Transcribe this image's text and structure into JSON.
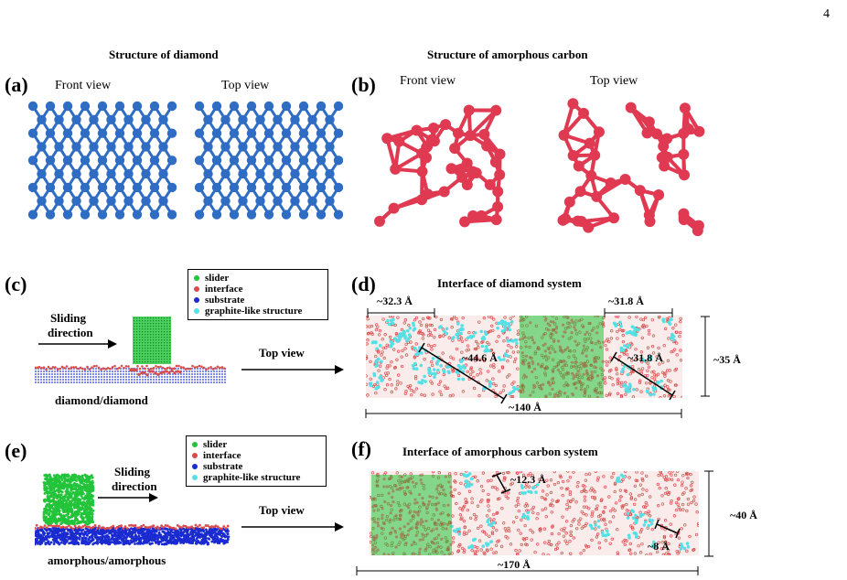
{
  "page_number": "4",
  "panels": {
    "a": {
      "letter": "(a)",
      "title": "Structure of diamond",
      "front": "Front view",
      "top": "Top view"
    },
    "b": {
      "letter": "(b)",
      "title": "Structure of amorphous  carbon",
      "front": "Front view",
      "top": "Top view"
    },
    "c": {
      "letter": "(c)",
      "sliding": "Sliding",
      "direction": "direction",
      "caption": "diamond/diamond",
      "top_view": "Top view"
    },
    "d": {
      "letter": "(d)",
      "title": "Interface of  diamond system",
      "dims": [
        "~32.3 Å",
        "~31.8 Å",
        "~44.6 Å",
        "~31.8 Å",
        "~140 Å",
        "~35 Å"
      ]
    },
    "e": {
      "letter": "(e)",
      "sliding": "Sliding",
      "direction": "direction",
      "caption": "amorphous/amorphous",
      "top_view": "Top view"
    },
    "f": {
      "letter": "(f)",
      "title": "Interface of  amorphous carbon system",
      "dims": [
        "~12.3 Å",
        "~8 Å",
        "~170 Å",
        "~40 Å"
      ]
    }
  },
  "legend": [
    {
      "label": "slider",
      "color": "#22c43a"
    },
    {
      "label": "interface",
      "color": "#d94a4a"
    },
    {
      "label": "substrate",
      "color": "#1a2bd0"
    },
    {
      "label": "graphite-like structure",
      "color": "#55e0e6"
    }
  ],
  "colors": {
    "diamond": "#2f6cc4",
    "amorphous": "#e03a52",
    "slider": "#22c43a",
    "interface": "#d94a4a",
    "substrate": "#1a2bd0",
    "graphite": "#55e0e6"
  }
}
